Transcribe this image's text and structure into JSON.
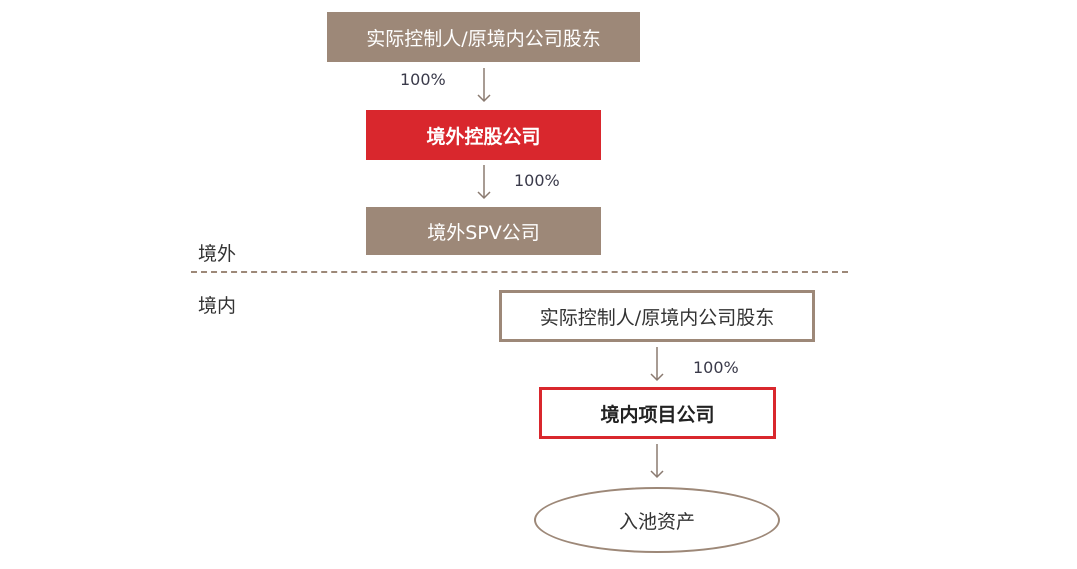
{
  "offshore": {
    "region_label": "境外",
    "controller_box": "实际控制人/原境内公司股东",
    "arrow1_pct": "100%",
    "holding_box": "境外控股公司",
    "arrow2_pct": "100%",
    "spv_box": "境外SPV公司"
  },
  "onshore": {
    "region_label": "境内",
    "controller_box": "实际控制人/原境内公司股东",
    "arrow1_pct": "100%",
    "project_box": "境内项目公司",
    "pool_asset": "入池资产"
  },
  "colors": {
    "brown": "#9d8878",
    "red": "#d9272d",
    "arrow": "#8a7a70"
  }
}
